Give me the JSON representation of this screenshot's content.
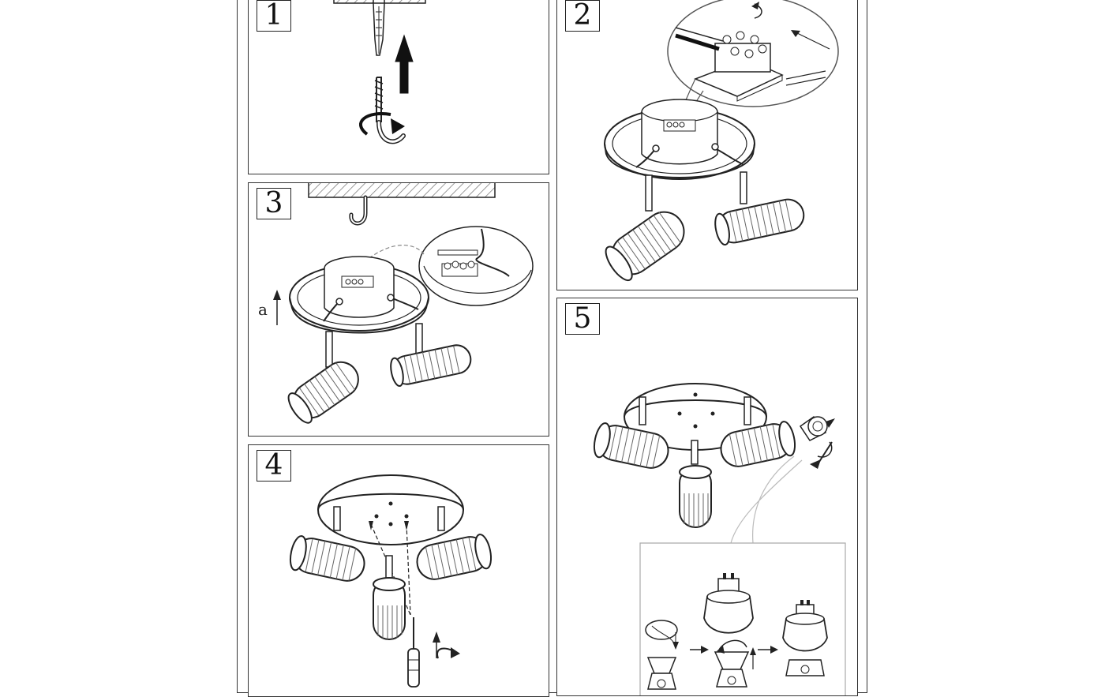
{
  "steps": [
    {
      "number": "1",
      "illustration": "wall-plug-and-ceiling-hook"
    },
    {
      "number": "2",
      "illustration": "terminal-block-wiring"
    },
    {
      "number": "3",
      "illustration": "hang-fixture-and-connect"
    },
    {
      "number": "4",
      "illustration": "screw-canopy-to-ceiling"
    },
    {
      "number": "5",
      "illustration": "insert-gu10-bulb"
    }
  ],
  "step3": {
    "arrow_label": "a"
  },
  "colors": {
    "line": "#222222",
    "hatch": "#777777",
    "background": "#ffffff"
  }
}
